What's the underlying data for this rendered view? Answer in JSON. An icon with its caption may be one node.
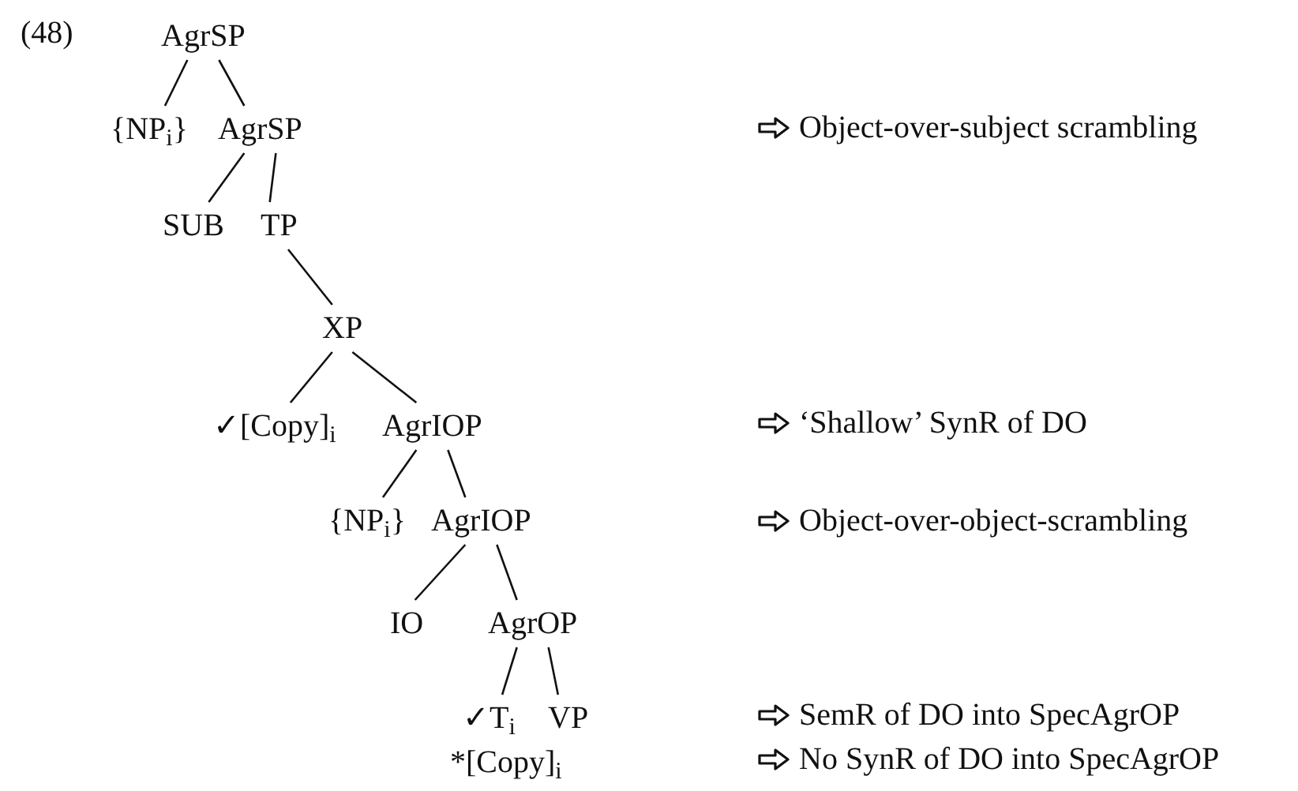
{
  "diagram": {
    "nodes": [
      {
        "text": [
          "AgrSP"
        ]
      },
      {
        "text": [
          "{NP$_{i}$}"
        ]
      },
      {
        "text": [
          "AgrSP"
        ]
      },
      {
        "text": [
          "SUB"
        ]
      },
      {
        "text": [
          "TP"
        ]
      },
      {
        "text": [
          "XP"
        ]
      },
      {
        "text": [
          "✓[Copy]$_{i}$"
        ]
      },
      {
        "text": [
          "AgrIOP"
        ]
      },
      {
        "text": [
          "{NP$_{i}$}"
        ]
      },
      {
        "text": [
          "AgrIOP"
        ]
      },
      {
        "text": [
          "IO"
        ]
      },
      {
        "text": [
          "AgrOP"
        ]
      },
      {
        "text": [
          "✓T$_{i}$"
        ]
      },
      {
        "text": [
          "VP"
        ]
      },
      {
        "text": [
          "*[Copy]$_{i}$"
        ]
      }
    ],
    "edges": [
      {
        "from": 0,
        "to": 1,
        "arrow": "none"
      },
      {
        "from": 0,
        "to": 2,
        "arrow": "none"
      },
      {
        "from": 2,
        "to": 3,
        "arrow": "none"
      },
      {
        "from": 2,
        "to": 4,
        "arrow": "none"
      },
      {
        "from": 4,
        "to": 5,
        "arrow": "none"
      },
      {
        "from": 5,
        "to": 6,
        "arrow": "none"
      },
      {
        "from": 5,
        "to": 7,
        "arrow": "none"
      },
      {
        "from": 7,
        "to": 8,
        "arrow": "none"
      },
      {
        "from": 7,
        "to": 9,
        "arrow": "none"
      },
      {
        "from": 9,
        "to": 10,
        "arrow": "none"
      },
      {
        "from": 9,
        "to": 11,
        "arrow": "none"
      },
      {
        "from": 11,
        "to": 12,
        "arrow": "none"
      },
      {
        "from": 11,
        "to": 13,
        "arrow": "none"
      }
    ],
    "labels": [
      "(48)",
      "Object-over-subject scrambling",
      "‘Shallow’ SynR of DO",
      "Object-over-object-scrambling",
      "SemR of DO into SpecAgrOP",
      "No SynR of DO into SpecAgrOP"
    ]
  }
}
